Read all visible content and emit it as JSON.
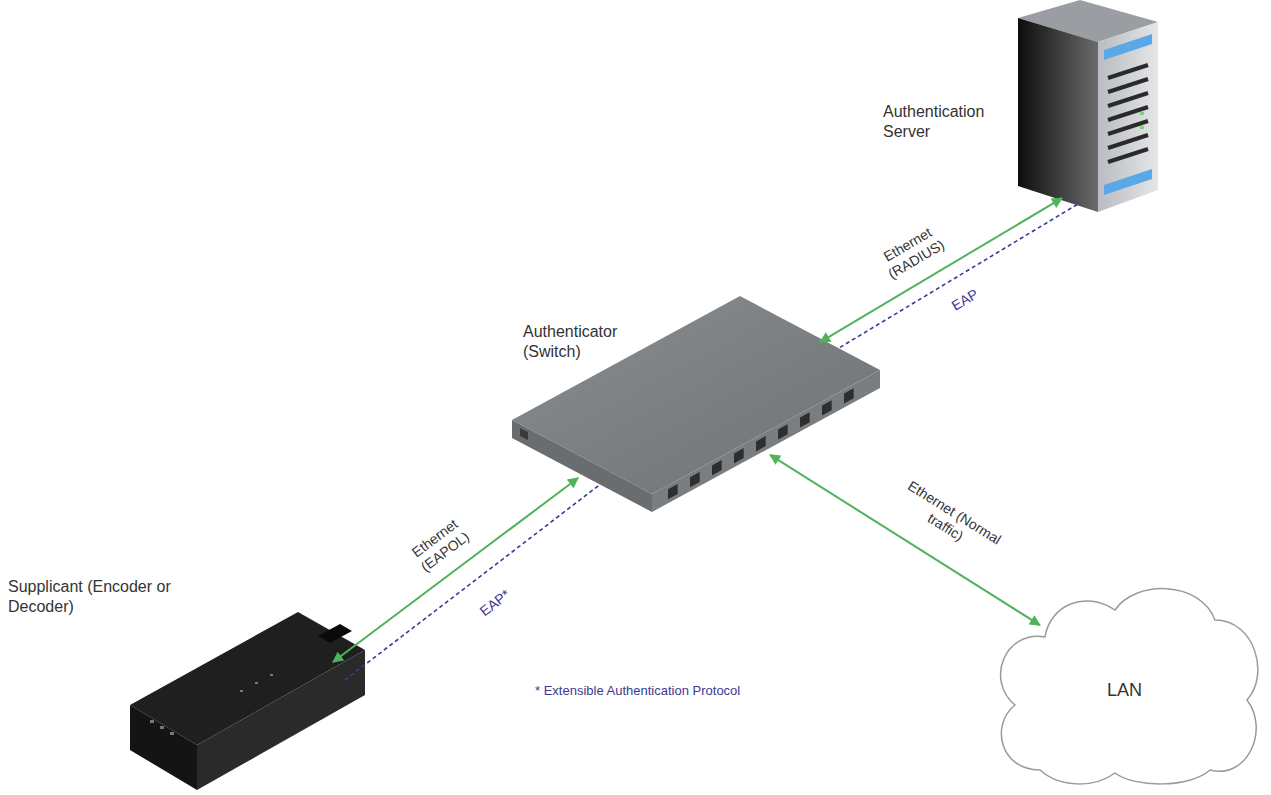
{
  "diagram": {
    "nodes": [
      {
        "text": [
          "Authentication Server"
        ]
      },
      {
        "text": [
          "Authenticator (Switch)"
        ]
      },
      {
        "text": [
          "Supplicant (Encoder or Decoder)"
        ]
      },
      {
        "text": [
          "LAN"
        ]
      }
    ],
    "edges": [
      {
        "from": 2,
        "to": 1,
        "label": "Ethernet (EAPOL)",
        "arrow": "both"
      },
      {
        "from": 2,
        "to": 1,
        "label": "EAP*",
        "arrow": "none"
      },
      {
        "from": 1,
        "to": 0,
        "label": "Ethernet (RADIUS)",
        "arrow": "both"
      },
      {
        "from": 1,
        "to": 0,
        "label": "EAP",
        "arrow": "none"
      },
      {
        "from": 1,
        "to": 3,
        "label": "Ethernet (Normal traffic)",
        "arrow": "both"
      }
    ],
    "labels": [
      "* Extensible Authentication Protocol"
    ]
  }
}
